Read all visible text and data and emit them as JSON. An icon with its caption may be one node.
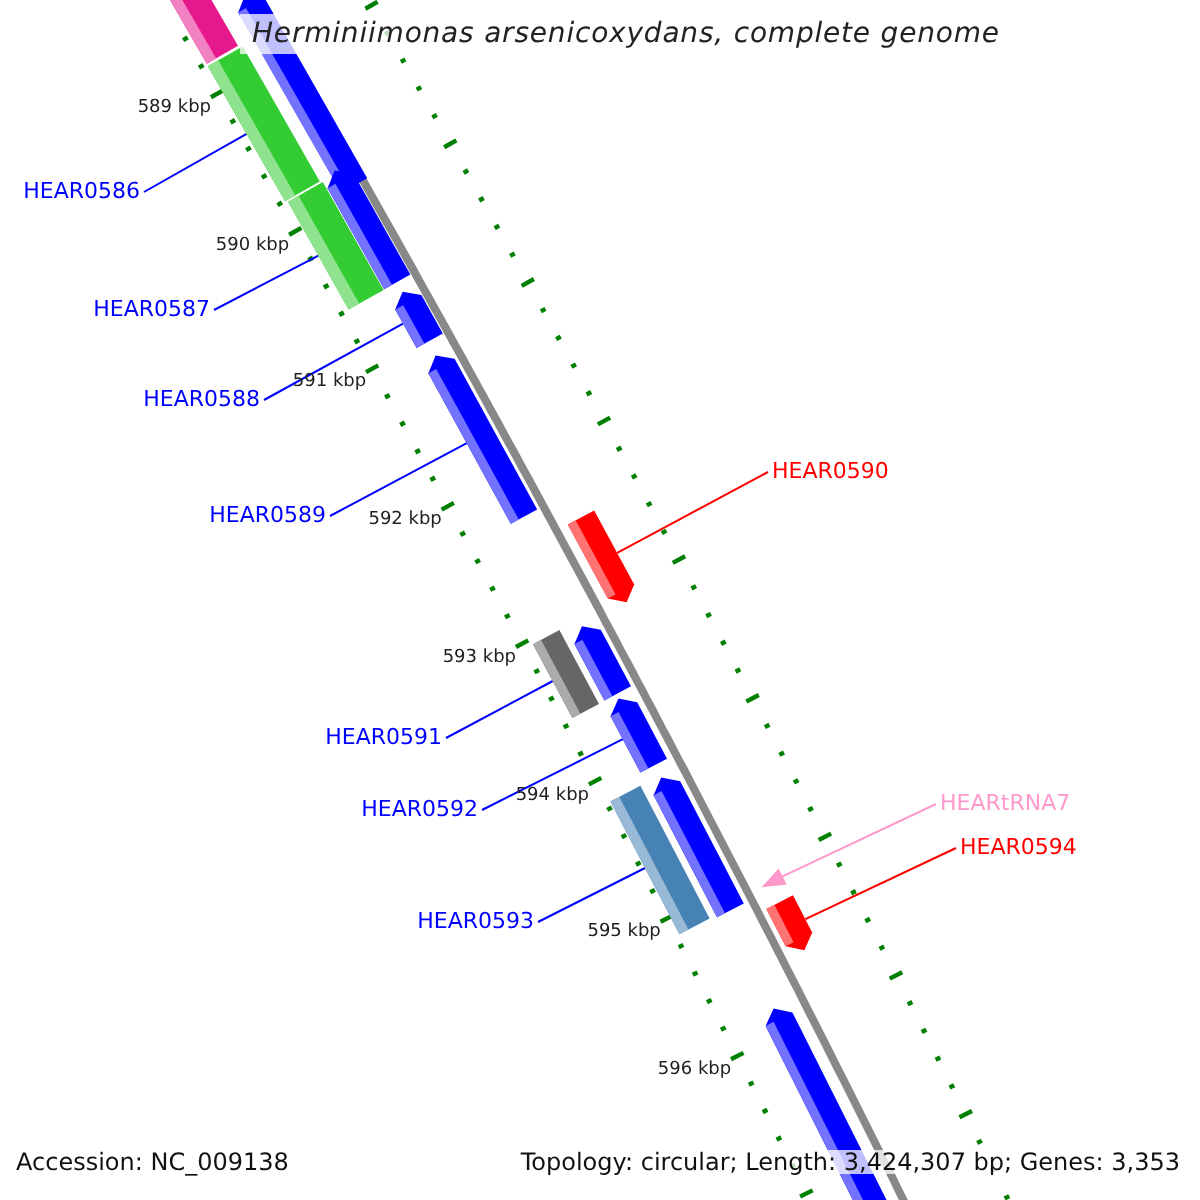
{
  "diagram": {
    "title": "Herminiimonas arsenicoxydans, complete genome",
    "nodes": [
      {
        "text": [
          "HEAR0586"
        ]
      },
      {
        "text": [
          "HEAR0587"
        ]
      },
      {
        "text": [
          "HEAR0588"
        ]
      },
      {
        "text": [
          "HEAR0589"
        ]
      },
      {
        "text": [
          "HEAR0590"
        ]
      },
      {
        "text": [
          "HEAR0591"
        ]
      },
      {
        "text": [
          "HEAR0592"
        ]
      },
      {
        "text": [
          "HEAR0593"
        ]
      },
      {
        "text": [
          "HEARtRNA7"
        ]
      },
      {
        "text": [
          "HEAR0594"
        ]
      },
      {
        "text": [],
        "shape": "bar"
      },
      {
        "text": [],
        "shape": "bar"
      },
      {
        "text": [],
        "shape": "arrow"
      },
      {
        "text": [],
        "shape": "arrow"
      },
      {
        "text": [],
        "shape": "arrow"
      },
      {
        "text": [],
        "shape": "bar"
      },
      {
        "text": [],
        "shape": "arrow"
      },
      {
        "text": [],
        "shape": "bar"
      },
      {
        "text": [],
        "shape": "triangle"
      },
      {
        "text": [],
        "shape": "arrow"
      }
    ],
    "edges": [
      {
        "from": 0,
        "to": 10,
        "arrow": "none"
      },
      {
        "from": 1,
        "to": 11,
        "arrow": "none"
      },
      {
        "from": 2,
        "to": 12,
        "arrow": "none"
      },
      {
        "from": 3,
        "to": 13,
        "arrow": "none"
      },
      {
        "from": 4,
        "to": 14,
        "arrow": "none",
        "color": "#ff0000"
      },
      {
        "from": 5,
        "to": 15,
        "arrow": "none"
      },
      {
        "from": 6,
        "to": 16,
        "arrow": "none"
      },
      {
        "from": 7,
        "to": 17,
        "arrow": "none"
      },
      {
        "from": 8,
        "to": 18,
        "arrow": "none",
        "color": "#ff99cc"
      },
      {
        "from": 9,
        "to": 19,
        "arrow": "none",
        "color": "#ff0000"
      }
    ],
    "labels": [
      "589 kbp",
      "590 kbp",
      "591 kbp",
      "592 kbp",
      "593 kbp",
      "594 kbp",
      "595 kbp",
      "596 kbp",
      "Accession: NC_009138",
      "Topology: circular; Length: 3,424,307 bp; Genes: 3,353"
    ]
  }
}
